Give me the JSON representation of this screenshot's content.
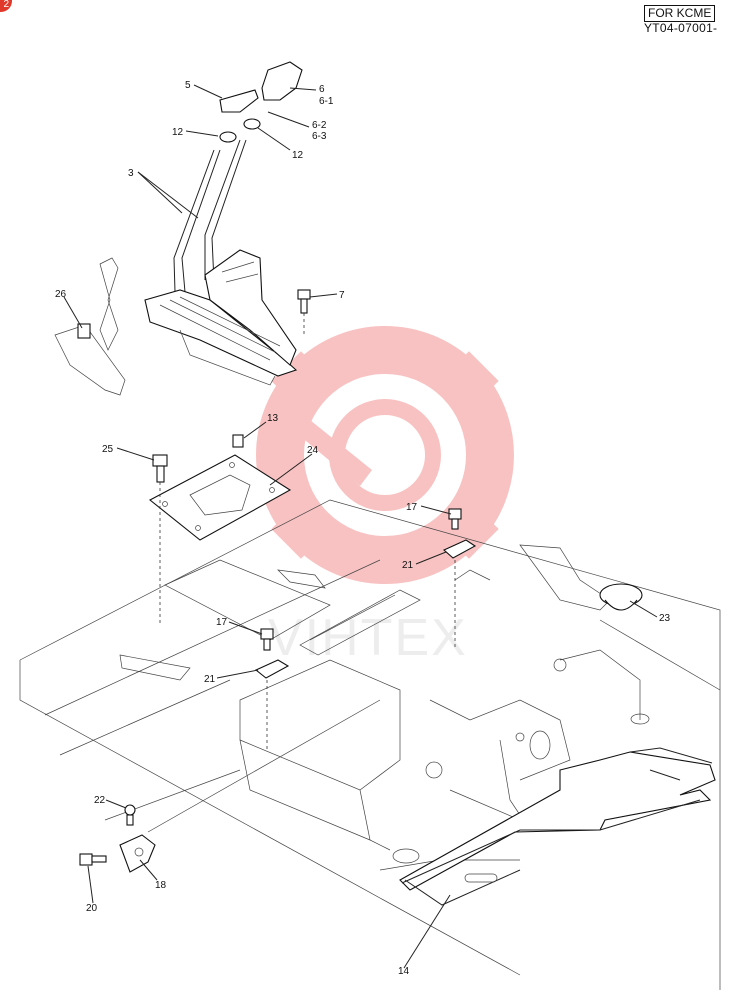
{
  "header": {
    "region": "FOR KCME",
    "document_code": "YT04-07001-",
    "corner_badge": "2"
  },
  "watermark": {
    "text": "VIHTEX",
    "color": "#f07a7a"
  },
  "callouts": {
    "c5": "5",
    "c6": "6",
    "c6_1": "6-1",
    "c12a": "12",
    "c6_2": "6-2",
    "c6_3": "6-3",
    "c12b": "12",
    "c3": "3",
    "c7": "7",
    "c26": "26",
    "c13": "13",
    "c25": "25",
    "c24": "24",
    "c17a": "17",
    "c21a": "21",
    "c23": "23",
    "c17b": "17",
    "c21b": "21",
    "c22": "22",
    "c18": "18",
    "c20": "20",
    "c14": "14"
  }
}
